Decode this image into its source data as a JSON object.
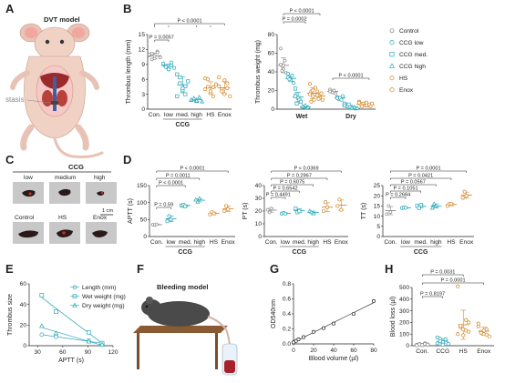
{
  "figure": {
    "panel_labels": [
      "A",
      "B",
      "C",
      "D",
      "E",
      "F",
      "G",
      "H"
    ],
    "colors": {
      "control": "#8c8c8c",
      "ccg_low": "#2aa6b8",
      "ccg_med": "#2aa6b8",
      "ccg_high": "#2aa6b8",
      "hs": "#d4882a",
      "enox": "#d4882a",
      "blood": "#c0392b"
    },
    "panel_a": {
      "title": "DVT model",
      "stasis_label": "stasis"
    },
    "panel_c": {
      "group_title": "CCG",
      "top_labels": [
        "low",
        "medium",
        "high"
      ],
      "bottom_labels": [
        "Control",
        "HS",
        "Enox"
      ],
      "scale": "1 cm"
    },
    "panel_f": {
      "title": "Bleeding model"
    }
  },
  "chart_data": [
    {
      "panel": "B-left",
      "type": "scatter",
      "ylabel": "Thrombus length (mm)",
      "ylim": [
        0,
        15
      ],
      "yticks": [
        0,
        3,
        6,
        9,
        12,
        15
      ],
      "categories": [
        "Con.",
        "low",
        "med.",
        "high",
        "HS",
        "Enox"
      ],
      "group_label": "CCG",
      "annotations": [
        "P < 0.0001",
        "P = 0.0057"
      ],
      "series": [
        {
          "values": [
            10.8,
            11.2,
            10.2,
            11.6,
            10.5,
            11.0,
            10.0,
            10.7,
            11.4,
            10.4
          ],
          "mean": 10.7,
          "sd": 0.6
        },
        {
          "values": [
            9.0,
            8.6,
            8.0,
            8.8,
            8.3,
            9.2,
            8.5,
            8.0,
            9.4
          ],
          "mean": 8.6,
          "sd": 0.5
        },
        {
          "values": [
            7.0,
            5.2,
            3.8,
            4.6,
            5.6,
            2.6,
            6.4,
            4.2,
            3.0
          ],
          "mean": 4.9,
          "sd": 1.6
        },
        {
          "values": [
            1.8,
            2.0,
            1.6,
            2.4,
            1.5,
            1.9,
            2.2,
            1.7
          ],
          "mean": 1.9,
          "sd": 0.3
        },
        {
          "values": [
            6.2,
            4.5,
            3.2,
            2.6,
            5.0,
            4.0,
            6.0,
            3.6,
            4.4
          ],
          "mean": 4.3,
          "sd": 1.2
        },
        {
          "values": [
            6.4,
            4.0,
            3.0,
            5.2,
            2.6,
            4.6,
            3.6,
            5.8,
            4.2
          ],
          "mean": 4.3,
          "sd": 1.2
        }
      ]
    },
    {
      "panel": "B-right",
      "type": "scatter",
      "ylabel": "Thrombus weight (mg)",
      "ylim": [
        0,
        80
      ],
      "yticks": [
        0,
        20,
        40,
        60,
        80
      ],
      "group_labels": [
        "Wet",
        "Dry"
      ],
      "legend": [
        "Control",
        "CCG low",
        "CCG med.",
        "CCG high",
        "HS",
        "Enox"
      ],
      "annotations": [
        "P < 0.0001",
        "P = 0.0002",
        "P < 0.0001"
      ],
      "groups": [
        {
          "name": "Wet",
          "series": [
            {
              "values": [
                65,
                46,
                43,
                52,
                39,
                48,
                41,
                47
              ],
              "mean": 47,
              "sd": 8
            },
            {
              "values": [
                38,
                33,
                31,
                36,
                28,
                34,
                32
              ],
              "mean": 33,
              "sd": 3
            },
            {
              "values": [
                22,
                16,
                12,
                10,
                8,
                14,
                6
              ],
              "mean": 13,
              "sd": 5
            },
            {
              "values": [
                3,
                2,
                4,
                1,
                2,
                3
              ],
              "mean": 2.5,
              "sd": 1
            },
            {
              "values": [
                27,
                19,
                14,
                10,
                23,
                16,
                8,
                20
              ],
              "mean": 17,
              "sd": 6
            },
            {
              "values": [
                19,
                14,
                12,
                17,
                10,
                15,
                11
              ],
              "mean": 14,
              "sd": 3
            }
          ]
        },
        {
          "name": "Dry",
          "series": [
            {
              "values": [
                21,
                19,
                18,
                20,
                17,
                19
              ],
              "mean": 19,
              "sd": 1.5
            },
            {
              "values": [
                13,
                11,
                12,
                10,
                14,
                12
              ],
              "mean": 12,
              "sd": 1.3
            },
            {
              "values": [
                6,
                4,
                3,
                5,
                2,
                4
              ],
              "mean": 4,
              "sd": 1.4
            },
            {
              "values": [
                1,
                1,
                2,
                0.5,
                1,
                1.5
              ],
              "mean": 1,
              "sd": 0.5
            },
            {
              "values": [
                8,
                5,
                3,
                6,
                4,
                7
              ],
              "mean": 5.5,
              "sd": 1.8
            },
            {
              "values": [
                7,
                4,
                5,
                3,
                6,
                4
              ],
              "mean": 4.8,
              "sd": 1.4
            }
          ]
        }
      ]
    },
    {
      "panel": "D-APTT",
      "type": "scatter",
      "ylabel": "APTT (s)",
      "ylim": [
        0,
        150
      ],
      "yticks": [
        0,
        50,
        100,
        150
      ],
      "categories": [
        "Con.",
        "low",
        "med.",
        "high",
        "HS",
        "Enox"
      ],
      "group_label": "CCG",
      "annotations": [
        "P < 0.0001",
        "P = 0.0011",
        "P < 0.0001",
        "P = 0.59"
      ],
      "series": [
        {
          "values": [
            35,
            34,
            36
          ],
          "mean": 35,
          "sd": 1
        },
        {
          "values": [
            45,
            60,
            50
          ],
          "mean": 52,
          "sd": 8
        },
        {
          "values": [
            91,
            93,
            89
          ],
          "mean": 91,
          "sd": 2
        },
        {
          "values": [
            108,
            102,
            112
          ],
          "mean": 107,
          "sd": 5
        },
        {
          "values": [
            65,
            72,
            68
          ],
          "mean": 68,
          "sd": 4
        },
        {
          "values": [
            75,
            90,
            80
          ],
          "mean": 82,
          "sd": 8
        }
      ]
    },
    {
      "panel": "D-PT",
      "type": "scatter",
      "ylabel": "PT (s)",
      "ylim": [
        0,
        40
      ],
      "yticks": [
        0,
        10,
        20,
        30,
        40
      ],
      "categories": [
        "Con.",
        "low",
        "med.",
        "high",
        "HS",
        "Enox"
      ],
      "group_label": "CCG",
      "annotations": [
        "P < 0.0369",
        "P = 0.2967",
        "P = 0.6075",
        "P = 0.6542",
        "P = 0.4491"
      ],
      "series": [
        {
          "values": [
            21,
            19,
            22
          ],
          "mean": 20.7,
          "sd": 1.5
        },
        {
          "values": [
            18,
            18.5,
            18
          ],
          "mean": 18.2,
          "sd": 0.3
        },
        {
          "values": [
            22,
            19,
            20
          ],
          "mean": 20.3,
          "sd": 1.5
        },
        {
          "values": [
            20,
            19,
            18
          ],
          "mean": 19,
          "sd": 1
        },
        {
          "values": [
            20,
            27,
            23
          ],
          "mean": 23,
          "sd": 3.5
        },
        {
          "values": [
            24,
            29,
            21
          ],
          "mean": 24.7,
          "sd": 4
        }
      ]
    },
    {
      "panel": "D-TT",
      "type": "scatter",
      "ylabel": "TT (s)",
      "ylim": [
        0,
        25
      ],
      "yticks": [
        0,
        5,
        10,
        15,
        20,
        25
      ],
      "categories": [
        "Con.",
        "low",
        "med.",
        "high",
        "HS",
        "Enox"
      ],
      "group_label": "CCG",
      "annotations": [
        "P = 0.0001",
        "P = 0.0421",
        "P = 0.0567",
        "P = 0.1051",
        "P = 0.2684"
      ],
      "series": [
        {
          "values": [
            11,
            15,
            12
          ],
          "mean": 12.7,
          "sd": 2
        },
        {
          "values": [
            14,
            14.2,
            14.1
          ],
          "mean": 14.1,
          "sd": 0.1
        },
        {
          "values": [
            15,
            14,
            15.5
          ],
          "mean": 14.8,
          "sd": 0.8
        },
        {
          "values": [
            14,
            16,
            15
          ],
          "mean": 15,
          "sd": 1
        },
        {
          "values": [
            15,
            16,
            16
          ],
          "mean": 15.7,
          "sd": 0.6
        },
        {
          "values": [
            19,
            22,
            20
          ],
          "mean": 20.3,
          "sd": 1.5
        }
      ]
    },
    {
      "panel": "E",
      "type": "line",
      "xlabel": "APTT (s)",
      "ylabel": "Thrombus size",
      "xlim": [
        20,
        120
      ],
      "ylim": [
        0,
        60
      ],
      "xticks": [
        30,
        60,
        90,
        120
      ],
      "yticks": [
        0,
        20,
        40,
        60
      ],
      "series": [
        {
          "name": "Length (mm)",
          "marker": "circle",
          "x": [
            35,
            52,
            91,
            107
          ],
          "y": [
            10.7,
            8.6,
            4.9,
            1.9
          ]
        },
        {
          "name": "Wet weight (mg)",
          "marker": "square",
          "x": [
            35,
            52,
            91,
            107
          ],
          "y": [
            49,
            33,
            13,
            2.5
          ]
        },
        {
          "name": "Dry weight (mg)",
          "marker": "triangle",
          "x": [
            35,
            52,
            91,
            107
          ],
          "y": [
            19,
            12,
            4,
            1
          ]
        }
      ]
    },
    {
      "panel": "G",
      "type": "scatter",
      "xlabel": "Blood volume (µl)",
      "ylabel": "OD540nm",
      "xlim": [
        0,
        80
      ],
      "ylim": [
        0,
        0.8
      ],
      "xticks": [
        0,
        20,
        40,
        60,
        80
      ],
      "yticks": [
        0,
        0.2,
        0.4,
        0.6,
        0.8
      ],
      "x": [
        0,
        2.5,
        5,
        10,
        20,
        30,
        40,
        60,
        80
      ],
      "y": [
        0.02,
        0.04,
        0.06,
        0.09,
        0.16,
        0.21,
        0.27,
        0.4,
        0.57
      ]
    },
    {
      "panel": "H",
      "type": "scatter",
      "ylabel": "Blood loss (µl)",
      "ylim": [
        0,
        500
      ],
      "yticks": [
        0,
        100,
        200,
        300,
        400,
        500
      ],
      "categories": [
        "Con.",
        "CCG",
        "HS",
        "Enox"
      ],
      "annotations": [
        "P = 0.0031",
        "P = 0.0001",
        "P = 0.8197"
      ],
      "series": [
        {
          "values": [
            8,
            14,
            5,
            20,
            10,
            3,
            12,
            6,
            15,
            9
          ],
          "mean": 11,
          "sd": 5
        },
        {
          "values": [
            20,
            60,
            30,
            45,
            15,
            70,
            40,
            10,
            55
          ],
          "mean": 38,
          "sd": 20
        },
        {
          "values": [
            510,
            160,
            140,
            220,
            120,
            100,
            170,
            90,
            130,
            200
          ],
          "mean": 180,
          "sd": 125
        },
        {
          "values": [
            165,
            120,
            100,
            140,
            80,
            190,
            110,
            130,
            95
          ],
          "mean": 125,
          "sd": 35
        }
      ]
    }
  ]
}
